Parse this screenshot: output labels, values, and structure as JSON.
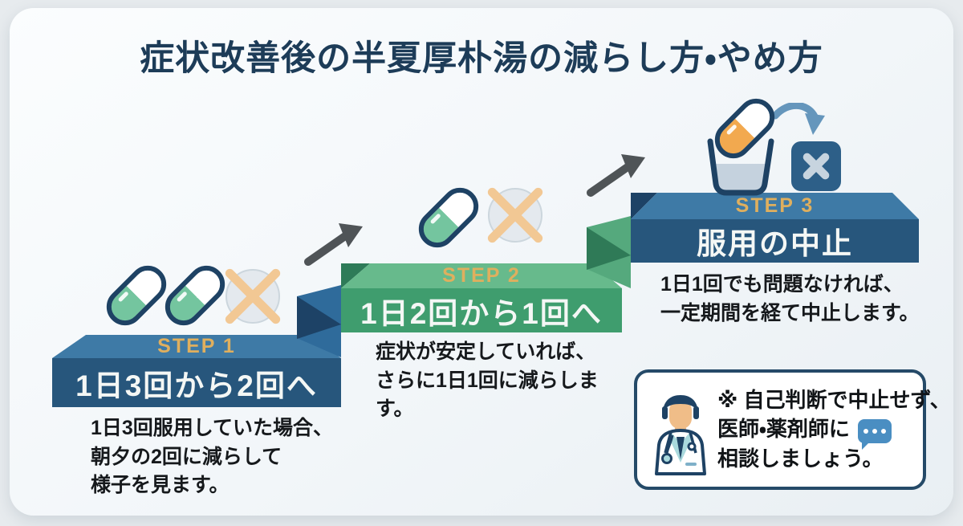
{
  "title": "症状改善後の半夏厚朴湯の減らし方・やめ方",
  "steps": [
    {
      "label": "STEP 1",
      "heading": "1日3回から2回へ",
      "lines": [
        "1日3回服用していた場合、",
        "朝夕の2回に減らして",
        "様子を見ます。"
      ]
    },
    {
      "label": "STEP 2",
      "heading": "1日2回から1回へ",
      "lines": [
        "症状が安定していれば、",
        "さらに1日1回に減らしま",
        "す。"
      ]
    },
    {
      "label": "STEP 3",
      "heading": "服用の中止",
      "lines": [
        "1日1回でも問題なければ、",
        "一定期間を経て中止します。"
      ]
    }
  ],
  "advisory": {
    "lines": [
      "※ 自己判断で中止せず、",
      "医師・薬剤師に",
      "相談しましょう。"
    ]
  },
  "icons": {
    "step1": [
      "capsule-icon",
      "capsule-icon",
      "crossed-circle-icon"
    ],
    "step2": [
      "capsule-icon",
      "crossed-circle-icon"
    ],
    "step3": [
      "capsule-icon",
      "cup-icon",
      "discard-arrow-icon",
      "stop-box-icon"
    ],
    "between_steps": "up-arrow-icon",
    "advisory": [
      "doctor-icon",
      "chat-bubble-icon"
    ]
  },
  "colors": {
    "card_bg": "#f2f6f9",
    "title": "#1d3c58",
    "step_blue_front": "#27567c",
    "step_blue_top": "#3e7aa6",
    "step_green_front": "#3f9d6e",
    "step_green_top": "#67ba8c",
    "step_label_gold": "#dfaf5e",
    "heading_text": "#f4f7f5",
    "body_text": "#16191c",
    "pill_outline": "#1e4264",
    "pill_green": "#74c59f",
    "pill_orange": "#f2a94f",
    "cross_tan": "#f2c894",
    "arrow_gray": "#4f5457",
    "advisory_border": "#254a68",
    "bubble_blue": "#4a8ec2"
  }
}
